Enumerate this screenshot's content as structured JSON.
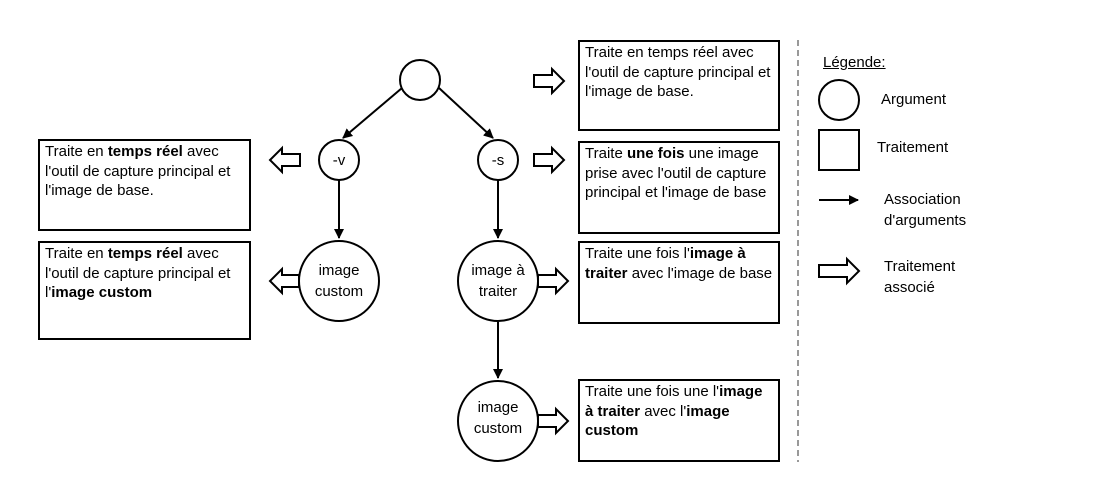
{
  "nodes": {
    "root": {
      "label": ""
    },
    "v": {
      "label": "-v"
    },
    "s": {
      "label": "-s"
    },
    "v_custom": {
      "label_line1": "image",
      "label_line2": "custom"
    },
    "s_traiter": {
      "label_line1": "image à",
      "label_line2": "traiter"
    },
    "s_custom": {
      "label_line1": "image",
      "label_line2": "custom"
    }
  },
  "boxes": {
    "root": {
      "segments": [
        {
          "t": "Traite en temps réel avec l'outil de capture principal et l'image de base.",
          "b": false
        }
      ]
    },
    "s": {
      "segments": [
        {
          "t": "Traite ",
          "b": false
        },
        {
          "t": "une fois",
          "b": true
        },
        {
          "t": " une image prise avec l'outil de capture principal et l'image de base",
          "b": false
        }
      ]
    },
    "v": {
      "segments": [
        {
          "t": "Traite en ",
          "b": false
        },
        {
          "t": "temps réel",
          "b": true
        },
        {
          "t": " avec l'outil de capture principal et l'image de base.",
          "b": false
        }
      ]
    },
    "v_custom": {
      "segments": [
        {
          "t": "Traite en ",
          "b": false
        },
        {
          "t": "temps réel",
          "b": true
        },
        {
          "t": " avec l'outil de capture principal et l'",
          "b": false
        },
        {
          "t": "image custom",
          "b": true
        }
      ]
    },
    "s_traiter": {
      "segments": [
        {
          "t": "Traite une fois l'",
          "b": false
        },
        {
          "t": "image à traiter",
          "b": true
        },
        {
          "t": " avec l'image de base",
          "b": false
        }
      ]
    },
    "s_custom": {
      "segments": [
        {
          "t": "Traite une fois une l'",
          "b": false
        },
        {
          "t": "image à traiter",
          "b": true
        },
        {
          "t": " avec l'",
          "b": false
        },
        {
          "t": "image custom",
          "b": true
        }
      ]
    }
  },
  "legend": {
    "title": "Légende:",
    "argument": "Argument",
    "traitement": "Traitement",
    "association_line1": "Association",
    "association_line2": "d'arguments",
    "traitement_associe_line1": "Traitement",
    "traitement_associe_line2": "associé"
  },
  "colors": {
    "stroke": "#000000",
    "divider": "#999999",
    "background": "#ffffff"
  }
}
